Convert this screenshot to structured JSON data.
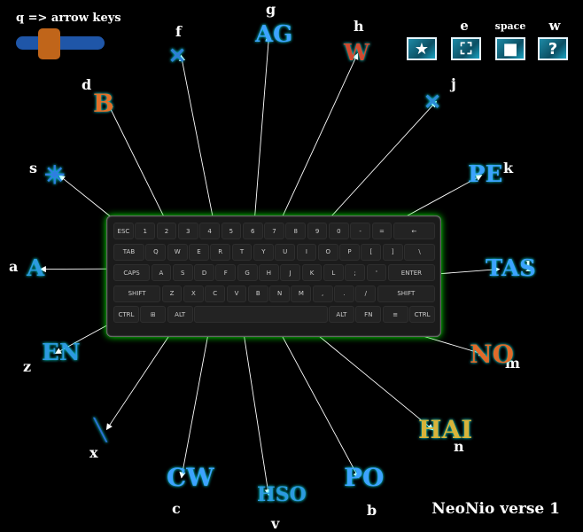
{
  "hud": {
    "slider_hint": "q => arrow keys",
    "slider_level": 0.25,
    "toolbar": [
      {
        "key": "e",
        "icon": "star-icon",
        "glyph": "★"
      },
      {
        "key": "space",
        "icon": "fullscreen-icon",
        "glyph": "⛶"
      },
      {
        "key": "w",
        "icon": "stop-icon",
        "glyph": "■"
      },
      {
        "key": "",
        "icon": "help-icon",
        "glyph": "?"
      }
    ],
    "toolbar_labels": [
      "e",
      "space",
      "w"
    ],
    "title": "NeoNio verse 1"
  },
  "targets": [
    {
      "key": "g",
      "glyph": "AG"
    },
    {
      "key": "h",
      "glyph": "W"
    },
    {
      "key": "f",
      "glyph": "✕"
    },
    {
      "key": "d",
      "glyph": "B"
    },
    {
      "key": "j",
      "glyph": "✕"
    },
    {
      "key": "s",
      "glyph": "✳"
    },
    {
      "key": "k",
      "glyph": "PE"
    },
    {
      "key": "a",
      "glyph": "A"
    },
    {
      "key": "l",
      "glyph": "TAS"
    },
    {
      "key": "z",
      "glyph": "EN"
    },
    {
      "key": "m",
      "glyph": "NO"
    },
    {
      "key": "x",
      "glyph": "╲"
    },
    {
      "key": "n",
      "glyph": "HAI"
    },
    {
      "key": "c",
      "glyph": "CW"
    },
    {
      "key": "b",
      "glyph": "PO"
    },
    {
      "key": "v",
      "glyph": "HSO"
    }
  ],
  "keyboard": {
    "rows": [
      [
        "ESC",
        "1",
        "2",
        "3",
        "4",
        "5",
        "6",
        "7",
        "8",
        "9",
        "0",
        "-",
        "=",
        "←"
      ],
      [
        "TAB",
        "Q",
        "W",
        "E",
        "R",
        "T",
        "Y",
        "U",
        "I",
        "O",
        "P",
        "[",
        "]",
        "\\"
      ],
      [
        "CAPS",
        "A",
        "S",
        "D",
        "F",
        "G",
        "H",
        "J",
        "K",
        "L",
        ";",
        "'",
        "ENTER"
      ],
      [
        "SHIFT",
        "Z",
        "X",
        "C",
        "V",
        "B",
        "N",
        "M",
        ",",
        ".",
        "/",
        "SHIFT"
      ],
      [
        "CTRL",
        "⊞",
        "ALT",
        "",
        "ALT",
        "FN",
        "≡",
        "CTRL"
      ]
    ]
  },
  "colors": {
    "slider_track": "#1f56a8",
    "slider_thumb": "#c0651a",
    "toolbar_bg": "#1d8aa6",
    "line": "#ffffff"
  }
}
